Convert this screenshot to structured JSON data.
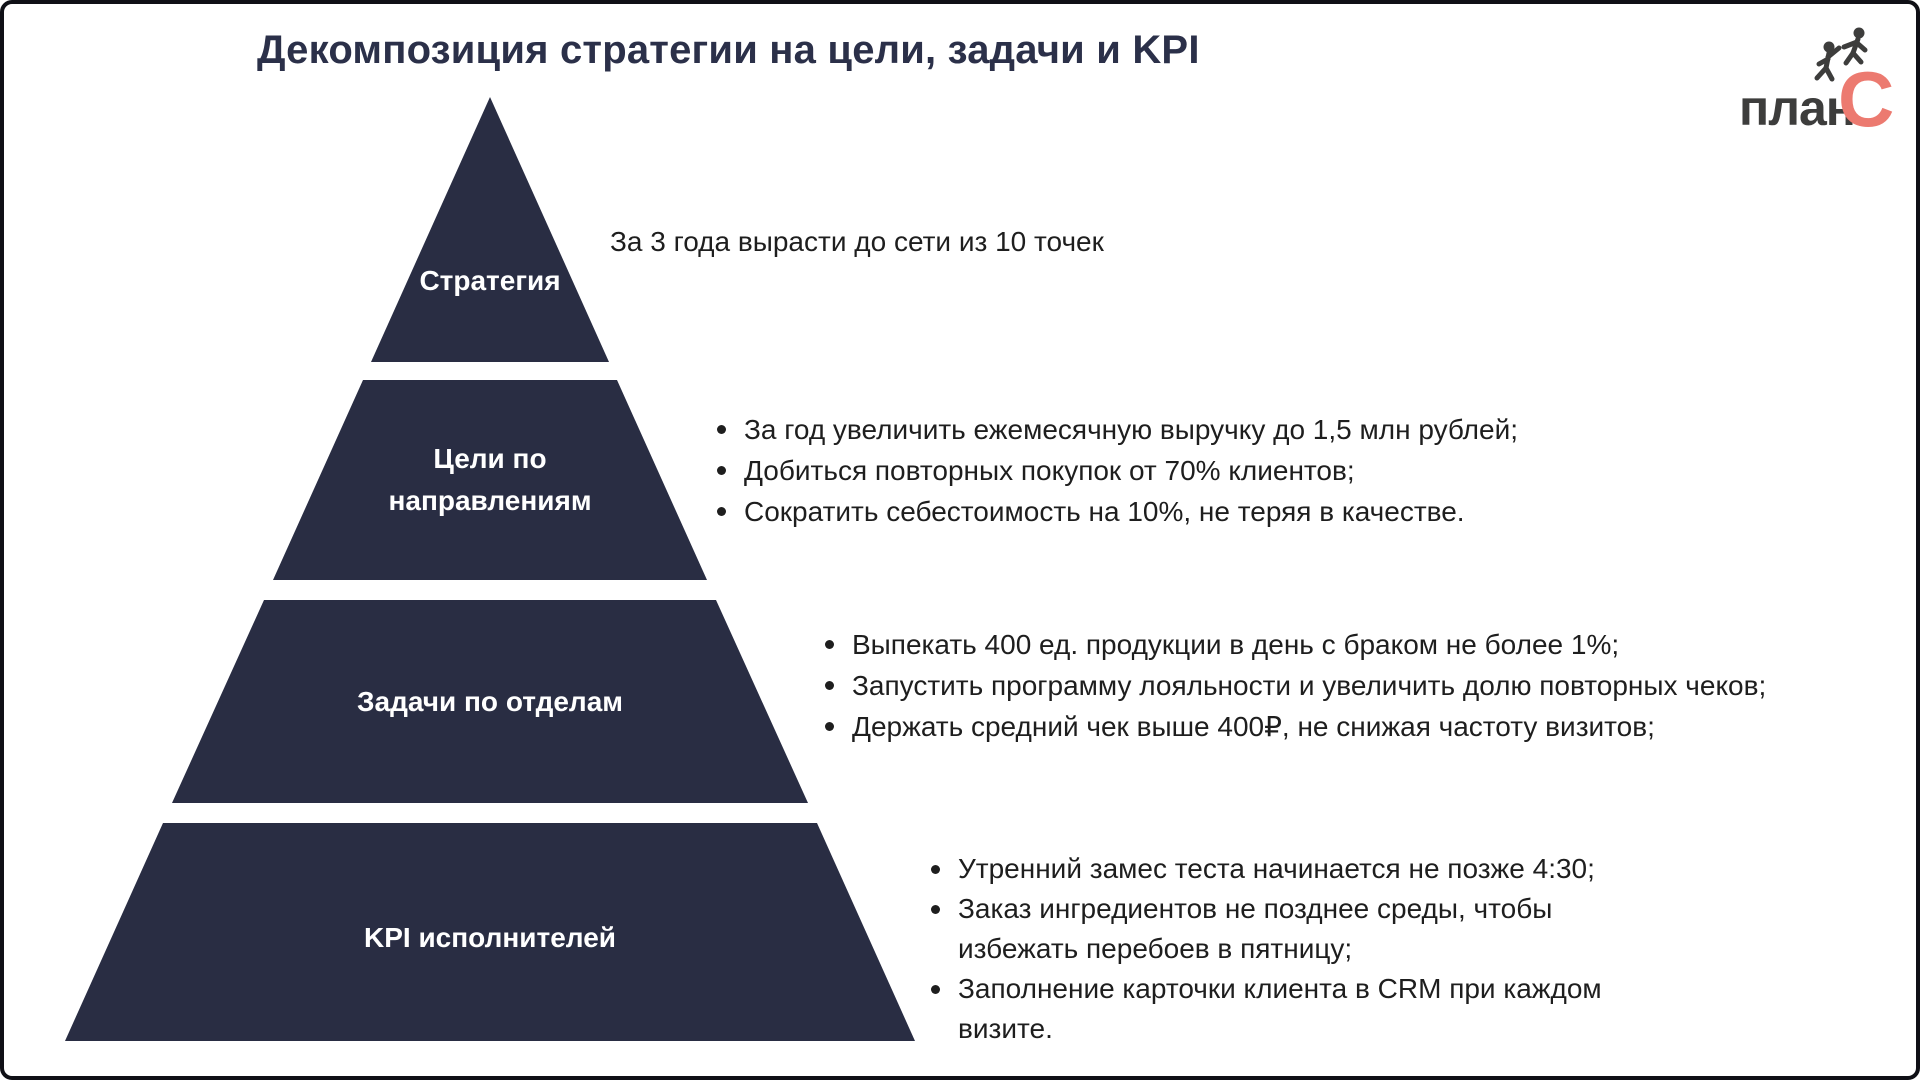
{
  "slide": {
    "title": "Декомпозиция стратегии на цели, задачи и KPI",
    "logo": {
      "text_dark": "план",
      "text_accent": "С",
      "icon": "climbers-icon"
    },
    "colors": {
      "pyramid_fill": "#292d43",
      "title_text": "#2b3049",
      "body_text": "#1e1e1e",
      "level_label_text": "#ffffff",
      "logo_accent": "#ec7a70",
      "logo_dark": "#3d3d3c",
      "frame_border": "#0f1016"
    },
    "pyramid_levels": [
      {
        "label": "Стратегия",
        "annotation": "За 3 года вырасти до сети из 10 точек",
        "bullets": []
      },
      {
        "label": "Цели по направлениям",
        "bullets": [
          "За год увеличить ежемесячную выручку до 1,5 млн рублей;",
          "Добиться повторных покупок от 70% клиентов;",
          "Сократить себестоимость на 10%, не теряя в качестве."
        ]
      },
      {
        "label": "Задачи по отделам",
        "bullets": [
          "Выпекать 400 ед. продукции в день с браком не более 1%;",
          "Запустить программу лояльности и увеличить долю повторных чеков;",
          "Держать средний чек выше 400₽, не снижая частоту визитов;"
        ]
      },
      {
        "label": "KPI исполнителей",
        "bullets": [
          "Утренний замес теста начинается не позже 4:30;",
          "Заказ ингредиентов не позднее среды, чтобы избежать перебоев в пятницу;",
          "Заполнение карточки клиента в CRM при каждом визите."
        ]
      }
    ]
  }
}
